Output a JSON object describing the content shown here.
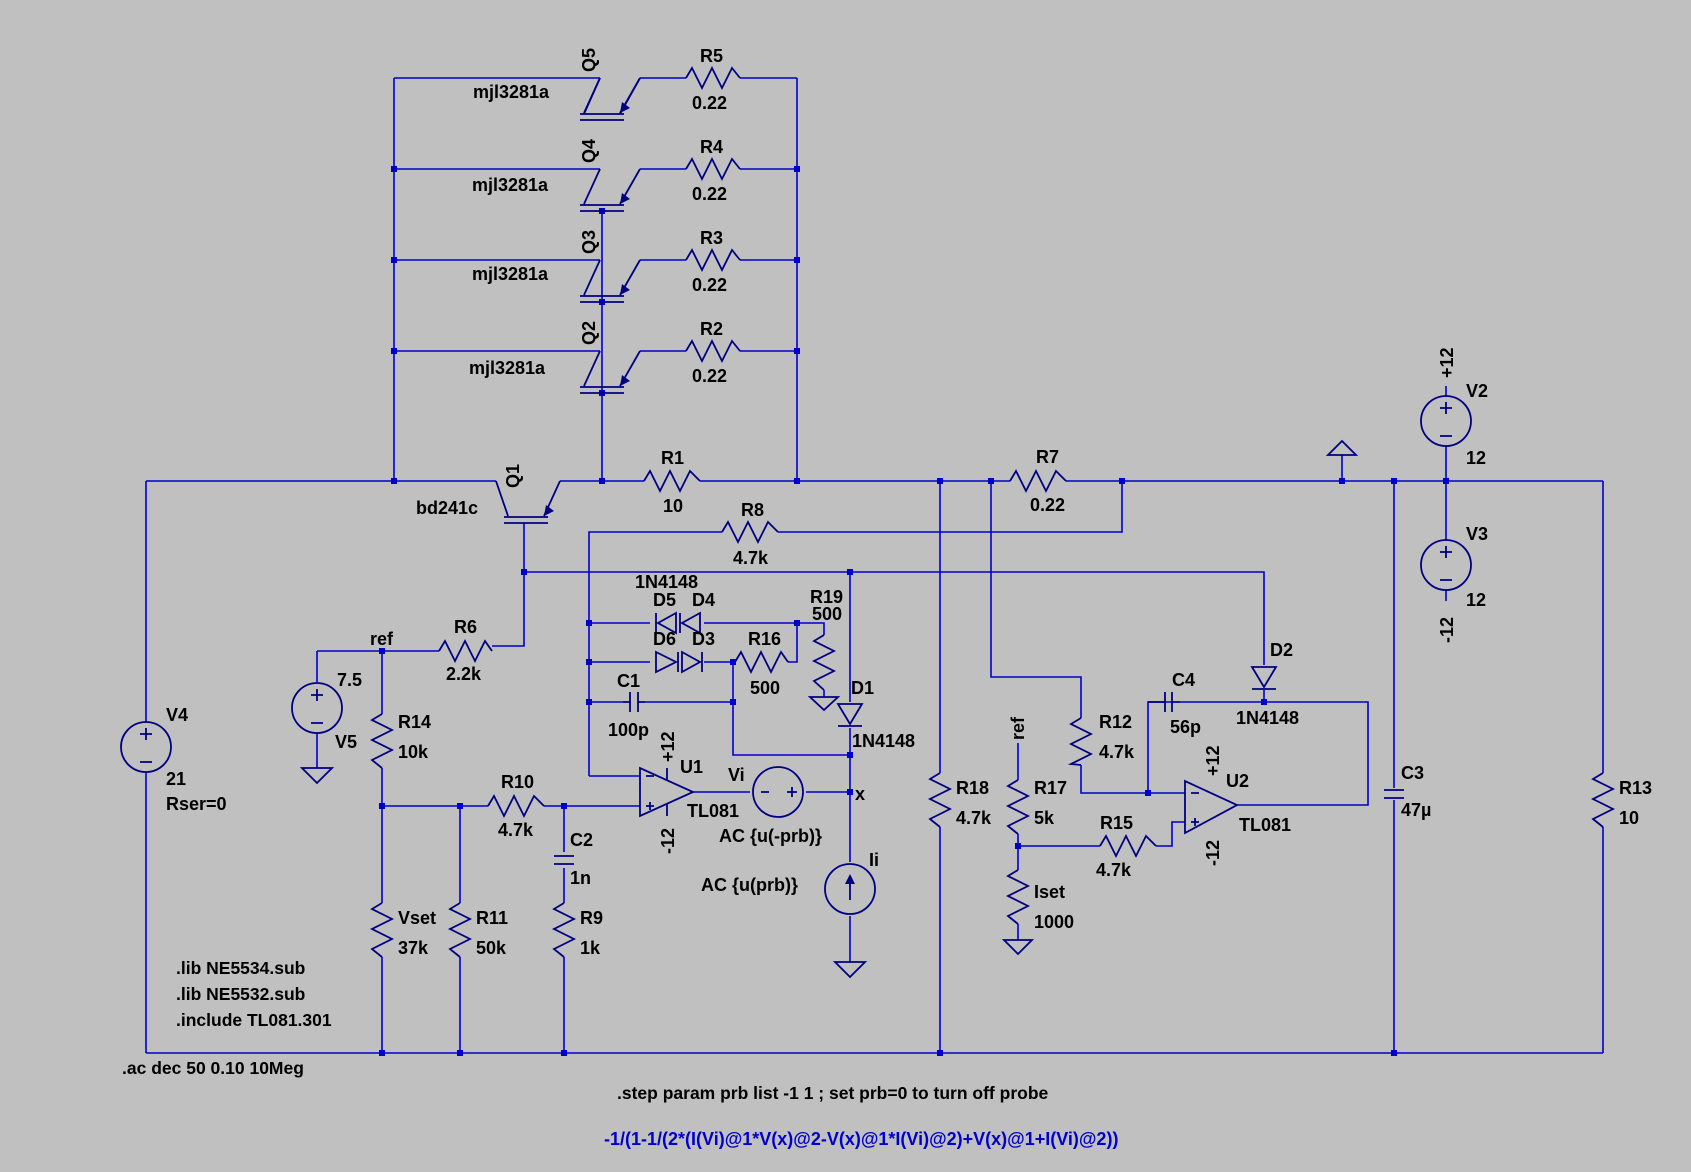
{
  "components": {
    "Q1": {
      "ref": "Q1",
      "model": "bd241c"
    },
    "Q2": {
      "ref": "Q2",
      "model": "mjl3281a"
    },
    "Q3": {
      "ref": "Q3",
      "model": "mjl3281a"
    },
    "Q4": {
      "ref": "Q4",
      "model": "mjl3281a"
    },
    "Q5": {
      "ref": "Q5",
      "model": "mjl3281a"
    },
    "R1": {
      "ref": "R1",
      "value": "10"
    },
    "R2": {
      "ref": "R2",
      "value": "0.22"
    },
    "R3": {
      "ref": "R3",
      "value": "0.22"
    },
    "R4": {
      "ref": "R4",
      "value": "0.22"
    },
    "R5": {
      "ref": "R5",
      "value": "0.22"
    },
    "R6": {
      "ref": "R6",
      "value": "2.2k"
    },
    "R7": {
      "ref": "R7",
      "value": "0.22"
    },
    "R8": {
      "ref": "R8",
      "value": "4.7k"
    },
    "R9": {
      "ref": "R9",
      "value": "1k"
    },
    "R10": {
      "ref": "R10",
      "value": "4.7k"
    },
    "R11": {
      "ref": "R11",
      "value": "50k"
    },
    "R12": {
      "ref": "R12",
      "value": "4.7k"
    },
    "R13": {
      "ref": "R13",
      "value": "10"
    },
    "R14": {
      "ref": "R14",
      "value": "10k"
    },
    "R15": {
      "ref": "R15",
      "value": "4.7k"
    },
    "R16": {
      "ref": "R16",
      "value": "500"
    },
    "R17": {
      "ref": "R17",
      "value": "5k"
    },
    "R18": {
      "ref": "R18",
      "value": "4.7k"
    },
    "R19": {
      "ref": "R19",
      "value": "500"
    },
    "Vset": {
      "ref": "Vset",
      "value": "37k"
    },
    "Iset": {
      "ref": "Iset",
      "value": "1000"
    },
    "C1": {
      "ref": "C1",
      "value": "100p"
    },
    "C2": {
      "ref": "C2",
      "value": "1n"
    },
    "C3": {
      "ref": "C3",
      "value": "47µ"
    },
    "C4": {
      "ref": "C4",
      "value": "56p"
    },
    "D1": {
      "ref": "D1",
      "model": "1N4148"
    },
    "D2": {
      "ref": "D2",
      "model": "1N4148"
    },
    "D3": {
      "ref": "D3"
    },
    "D4": {
      "ref": "D4"
    },
    "D5": {
      "ref": "D5"
    },
    "D6": {
      "ref": "D6"
    },
    "D4D5_model": "1N4148",
    "U1": {
      "ref": "U1",
      "model": "TL081"
    },
    "U2": {
      "ref": "U2",
      "model": "TL081"
    },
    "V2": {
      "ref": "V2",
      "value": "12"
    },
    "V3": {
      "ref": "V3",
      "value": "12"
    },
    "V4": {
      "ref": "V4",
      "value": "21",
      "extra": "Rser=0"
    },
    "V5": {
      "ref": "V5",
      "value": "7.5"
    },
    "Vi": {
      "ref": "Vi",
      "value": "AC {u(-prb)}"
    },
    "Ii": {
      "ref": "Ii",
      "value": "AC {u(prb)}"
    }
  },
  "nets": {
    "ref_left": "ref",
    "ref_right": "ref",
    "x": "x",
    "plus12_top": "+12",
    "minus12_bottom": "-12"
  },
  "opamp_supply": {
    "plus": "+12",
    "minus": "-12"
  },
  "directives": {
    "lib1": ".lib NE5534.sub",
    "lib2": ".lib NE5532.sub",
    "include": ".include TL081.301",
    "ac": ".ac dec 50 0.10 10Meg",
    "step": ".step param prb list -1 1 ; set prb=0 to turn off probe",
    "formula": "-1/(1-1/(2*(I(Vi)@1*V(x)@2-V(x)@1*I(Vi)@2)+V(x)@1+I(Vi)@2))"
  }
}
